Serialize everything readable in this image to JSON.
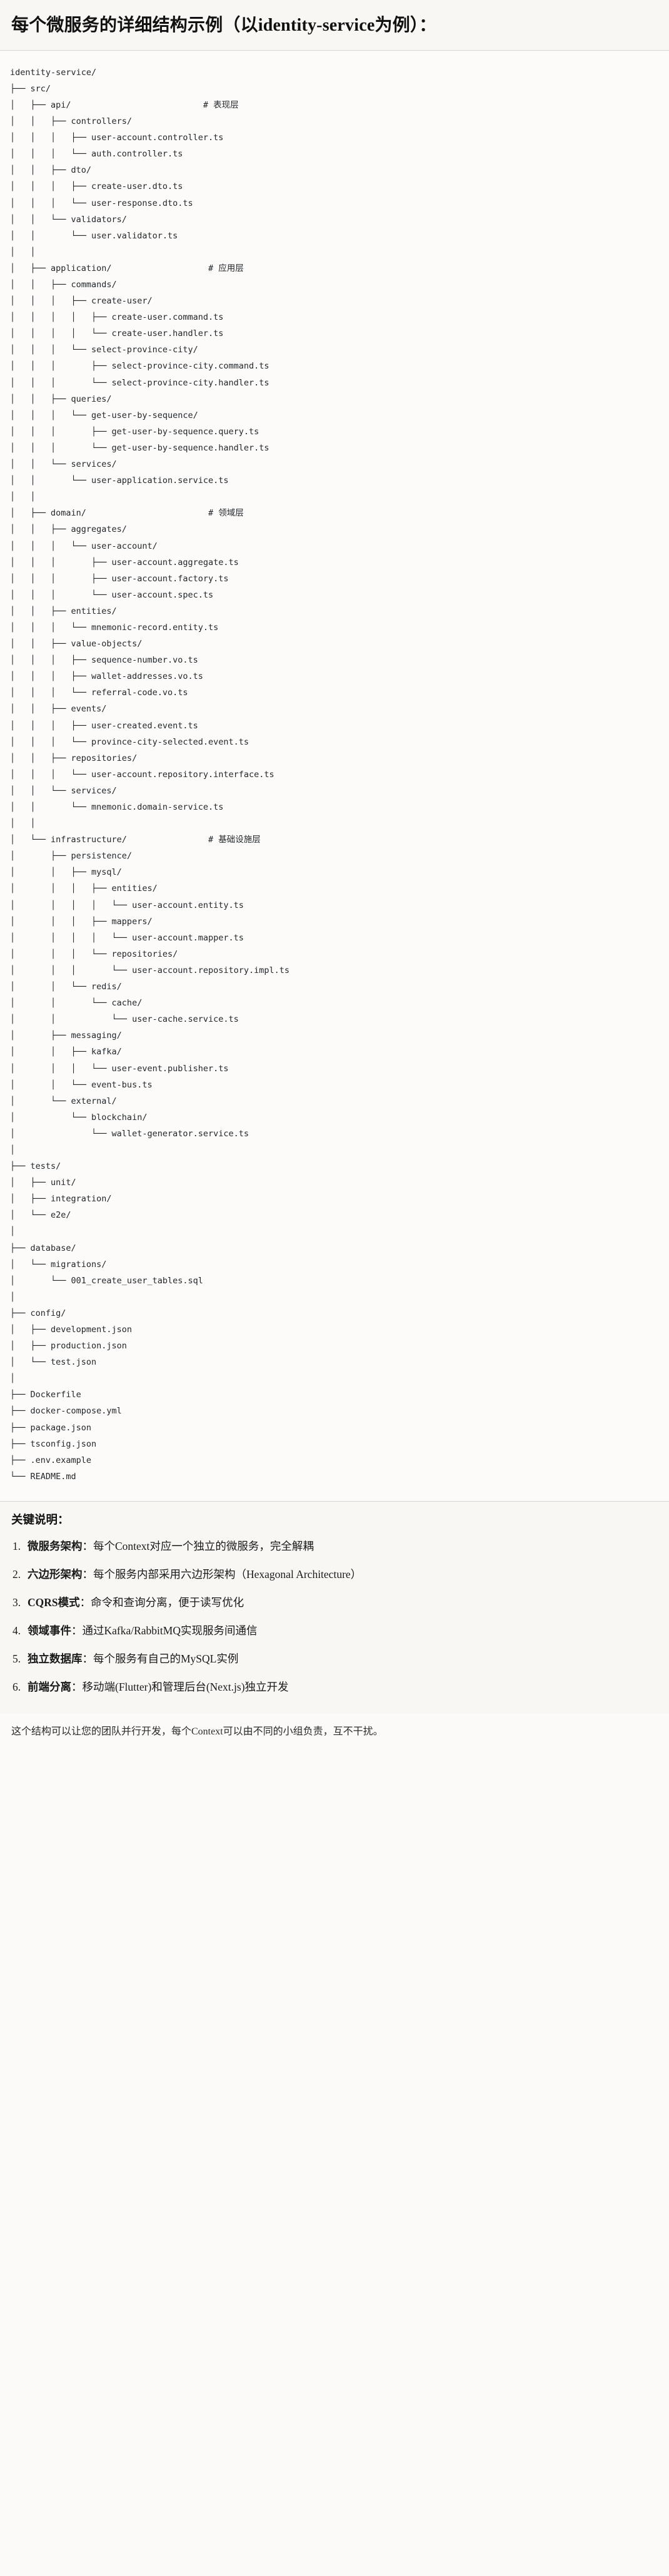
{
  "header": {
    "title": "每个微服务的详细结构示例（以identity-service为例）："
  },
  "tree": {
    "root": "identity-service/",
    "lines": [
      "identity-service/",
      "├── src/",
      "│   ├── api/                          # 表现层",
      "│   │   ├── controllers/",
      "│   │   │   ├── user-account.controller.ts",
      "│   │   │   └── auth.controller.ts",
      "│   │   ├── dto/",
      "│   │   │   ├── create-user.dto.ts",
      "│   │   │   └── user-response.dto.ts",
      "│   │   └── validators/",
      "│   │       └── user.validator.ts",
      "│   │",
      "│   ├── application/                   # 应用层",
      "│   │   ├── commands/",
      "│   │   │   ├── create-user/",
      "│   │   │   │   ├── create-user.command.ts",
      "│   │   │   │   └── create-user.handler.ts",
      "│   │   │   └── select-province-city/",
      "│   │   │       ├── select-province-city.command.ts",
      "│   │   │       └── select-province-city.handler.ts",
      "│   │   ├── queries/",
      "│   │   │   └── get-user-by-sequence/",
      "│   │   │       ├── get-user-by-sequence.query.ts",
      "│   │   │       └── get-user-by-sequence.handler.ts",
      "│   │   └── services/",
      "│   │       └── user-application.service.ts",
      "│   │",
      "│   ├── domain/                        # 领域层",
      "│   │   ├── aggregates/",
      "│   │   │   └── user-account/",
      "│   │   │       ├── user-account.aggregate.ts",
      "│   │   │       ├── user-account.factory.ts",
      "│   │   │       └── user-account.spec.ts",
      "│   │   ├── entities/",
      "│   │   │   └── mnemonic-record.entity.ts",
      "│   │   ├── value-objects/",
      "│   │   │   ├── sequence-number.vo.ts",
      "│   │   │   ├── wallet-addresses.vo.ts",
      "│   │   │   └── referral-code.vo.ts",
      "│   │   ├── events/",
      "│   │   │   ├── user-created.event.ts",
      "│   │   │   └── province-city-selected.event.ts",
      "│   │   ├── repositories/",
      "│   │   │   └── user-account.repository.interface.ts",
      "│   │   └── services/",
      "│   │       └── mnemonic.domain-service.ts",
      "│   │",
      "│   └── infrastructure/                # 基础设施层",
      "│       ├── persistence/",
      "│       │   ├── mysql/",
      "│       │   │   ├── entities/",
      "│       │   │   │   └── user-account.entity.ts",
      "│       │   │   ├── mappers/",
      "│       │   │   │   └── user-account.mapper.ts",
      "│       │   │   └── repositories/",
      "│       │   │       └── user-account.repository.impl.ts",
      "│       │   └── redis/",
      "│       │       └── cache/",
      "│       │           └── user-cache.service.ts",
      "│       ├── messaging/",
      "│       │   ├── kafka/",
      "│       │   │   └── user-event.publisher.ts",
      "│       │   └── event-bus.ts",
      "│       └── external/",
      "│           └── blockchain/",
      "│               └── wallet-generator.service.ts",
      "│",
      "├── tests/",
      "│   ├── unit/",
      "│   ├── integration/",
      "│   └── e2e/",
      "│",
      "├── database/",
      "│   └── migrations/",
      "│       └── 001_create_user_tables.sql",
      "│",
      "├── config/",
      "│   ├── development.json",
      "│   ├── production.json",
      "│   └── test.json",
      "│",
      "├── Dockerfile",
      "├── docker-compose.yml",
      "├── package.json",
      "├── tsconfig.json",
      "├── .env.example",
      "└── README.md"
    ],
    "comments": [
      "# 表现层",
      "# 应用层",
      "# 领域层",
      "# 基础设施层"
    ]
  },
  "notes": {
    "title": "关键说明：",
    "items": [
      {
        "term": "微服务架构",
        "sep": "：",
        "desc": "每个Context对应一个独立的微服务，完全解耦"
      },
      {
        "term": "六边形架构",
        "sep": "：",
        "desc": "每个服务内部采用六边形架构（Hexagonal Architecture）"
      },
      {
        "term": "CQRS模式",
        "sep": "：",
        "desc": "命令和查询分离，便于读写优化"
      },
      {
        "term": "领域事件",
        "sep": "：",
        "desc": "通过Kafka/RabbitMQ实现服务间通信"
      },
      {
        "term": "独立数据库",
        "sep": "：",
        "desc": "每个服务有自己的MySQL实例"
      },
      {
        "term": "前端分离",
        "sep": "：",
        "desc": "移动端(Flutter)和管理后台(Next.js)独立开发"
      }
    ],
    "closing": "这个结构可以让您的团队并行开发，每个Context可以由不同的小组负责，互不干扰。"
  },
  "colors": {
    "page_bg": "#fbfaf8",
    "header_bg": "#f8f7f3",
    "text": "#1c1c1c",
    "mono_text": "#23272b",
    "rule": "#d9d6d0"
  }
}
